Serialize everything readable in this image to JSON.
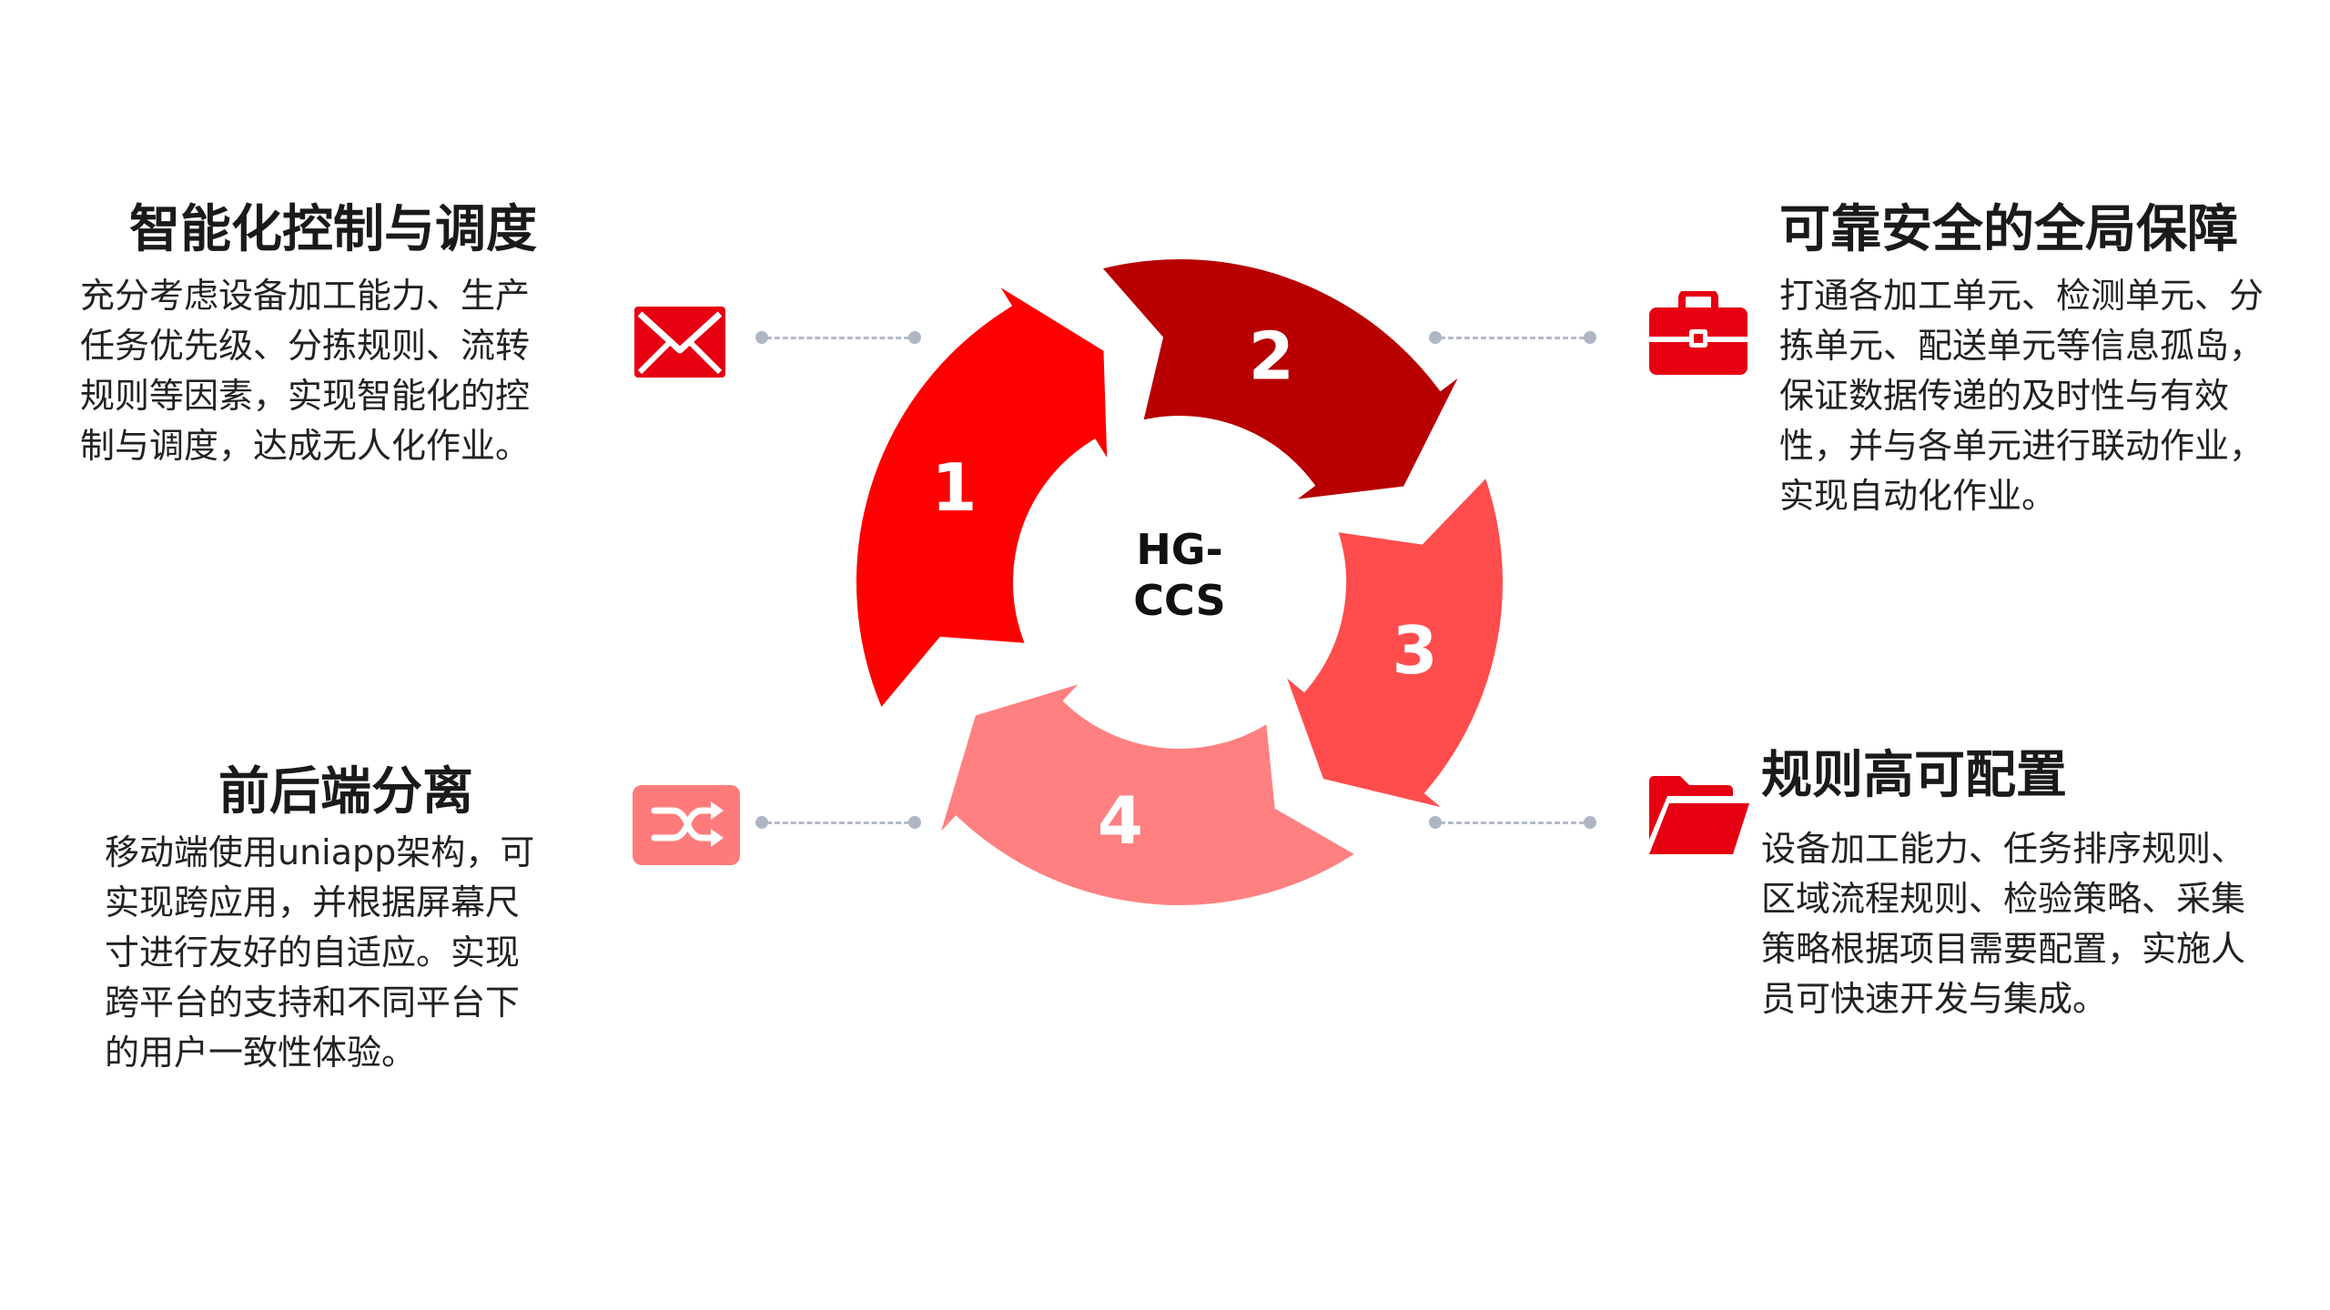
{
  "center_title": {
    "line1": "HG-",
    "line2": "CCS"
  },
  "segments": [
    {
      "number": "1",
      "color": "#ff0000"
    },
    {
      "number": "2",
      "color": "#b80000"
    },
    {
      "number": "3",
      "color": "#ff4d4d"
    },
    {
      "number": "4",
      "color": "#ff8080"
    }
  ],
  "features": {
    "top_left": {
      "title": "智能化控制与调度",
      "text": "充分考虑设备加工能力、生产任务优先级、分拣规则、流转规则等因素，实现智能化的控制与调度，达成无人化作业。",
      "icon": "envelope-icon"
    },
    "top_right": {
      "title": "可靠安全的全局保障",
      "text": "打通各加工单元、检测单元、分拣单元、配送单元等信息孤岛，保证数据传递的及时性与有效性，并与各单元进行联动作业，实现自动化作业。",
      "icon": "briefcase-icon"
    },
    "bottom_left": {
      "title": "前后端分离",
      "text": "移动端使用uniapp架构，可实现跨应用，并根据屏幕尺寸进行友好的自适应。实现跨平台的支持和不同平台下的用户一致性体验。",
      "icon": "shuffle-icon"
    },
    "bottom_right": {
      "title": "规则高可配置",
      "text": "设备加工能力、任务排序规则、区域流程规则、检验策略、采集策略根据项目需要配置，实施人员可快速开发与集成。",
      "icon": "folder-icon"
    }
  },
  "colors": {
    "icon_red": "#e60012",
    "icon_pink": "#ff7b7b",
    "connector": "#b3bac8"
  }
}
